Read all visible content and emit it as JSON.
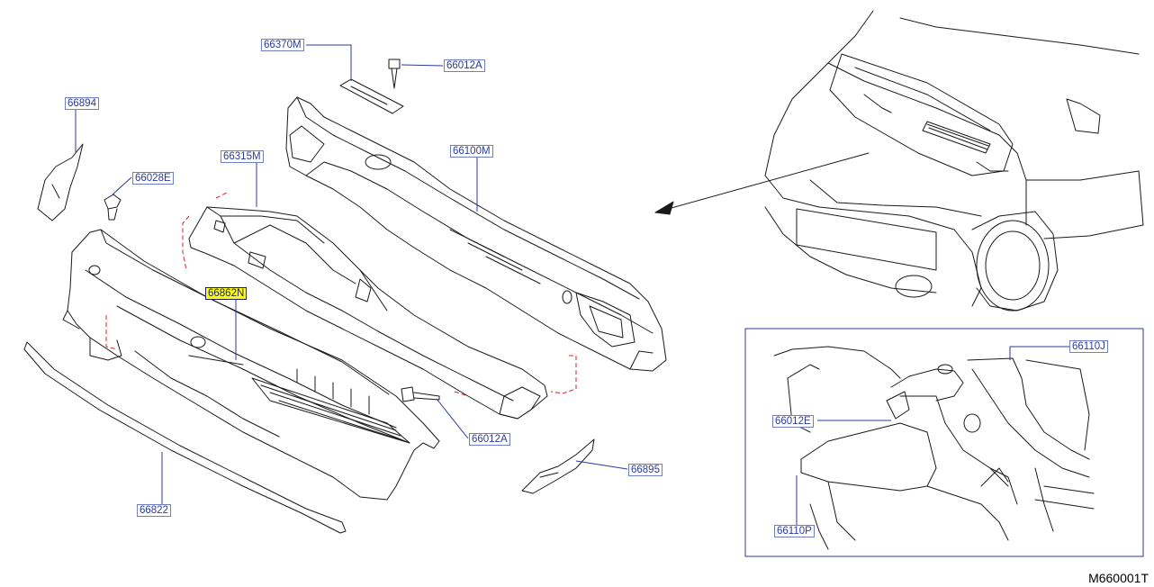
{
  "labels": {
    "p66370M": "66370M",
    "p66012A_top": "66012A",
    "p66894": "66894",
    "p66028E": "66028E",
    "p66315M": "66315M",
    "p66100M": "66100M",
    "p66862N": "66862N",
    "p66012A_mid": "66012A",
    "p66895": "66895",
    "p66822": "66822",
    "p66110J": "66110J",
    "p66012E": "66012E",
    "p66110P": "66110P"
  },
  "highlighted_part": "66862N",
  "diagram_code": "M660001T",
  "colors": {
    "line": "#1a1a1a",
    "leader": "#2b3aa0",
    "dash": "#e02020",
    "highlight": "#ffff00"
  }
}
